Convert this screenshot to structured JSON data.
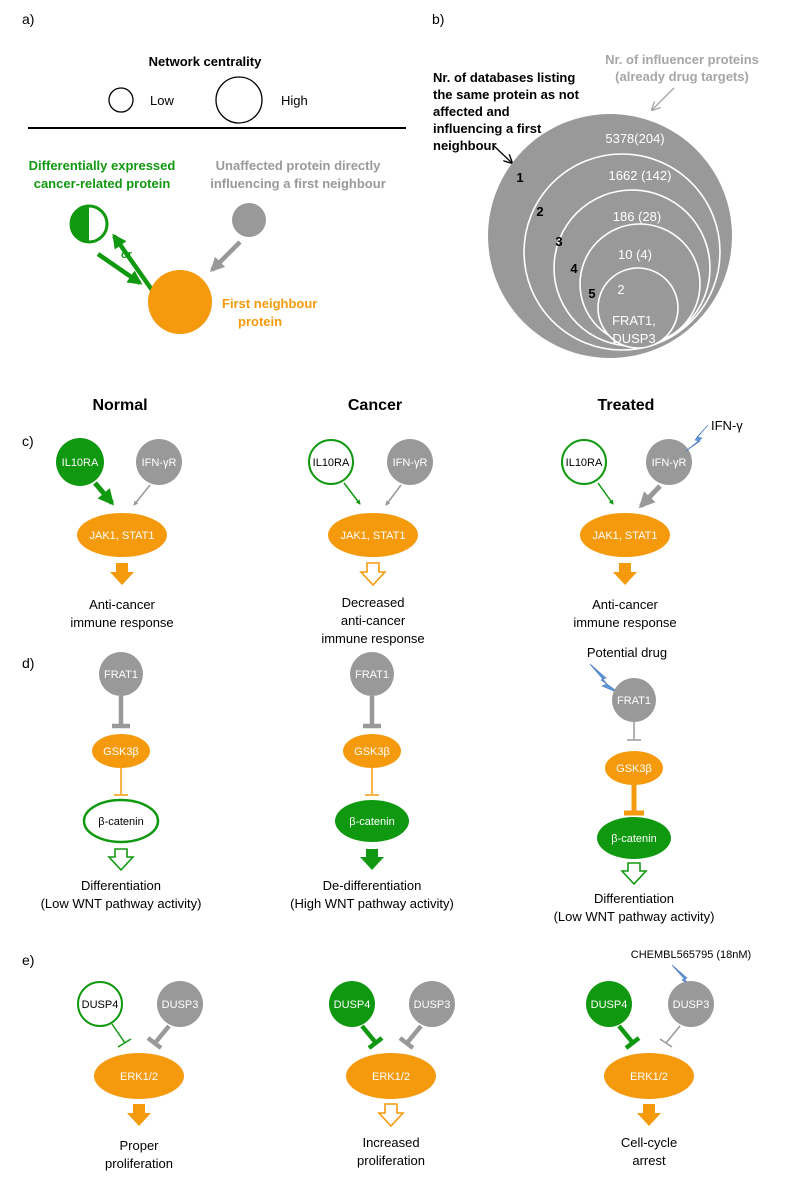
{
  "colors": {
    "green": "#109910",
    "gray": "#999999",
    "orange": "#f59a0c",
    "lightning": "#5b9bd5",
    "black": "#000000",
    "white": "#ffffff"
  },
  "panel_a": {
    "label": "a)",
    "centrality_title": "Network centrality",
    "low": "Low",
    "high": "High",
    "de_line1": "Differentially expressed",
    "de_line2": "cancer-related protein",
    "or": "or",
    "unaffected_line1": "Unaffected protein directly",
    "unaffected_line2": "influencing a first neighbour",
    "first_line1": "First neighbour",
    "first_line2": "protein"
  },
  "panel_b": {
    "label": "b)",
    "db_line1": "Nr. of databases listing",
    "db_line2": "the same protein as not",
    "db_line3": "affected and",
    "db_line4": "influencing a first",
    "db_line5": "neighbour",
    "inf_line1": "Nr. of influencer proteins",
    "inf_line2": "(already drug targets)",
    "counts": [
      "5378(204)",
      "1662 (142)",
      "186 (28)",
      "10 (4)",
      "2"
    ],
    "db_numbers": [
      "1",
      "2",
      "3",
      "4",
      "5"
    ],
    "final_line1": "FRAT1,",
    "final_line2": "DUSP3"
  },
  "column_headers": [
    "Normal",
    "Cancer",
    "Treated"
  ],
  "panel_c": {
    "label": "c)",
    "il10ra": "IL10RA",
    "ifngr": "IFN-γR",
    "jakstat": "JAK1, STAT1",
    "ifng": "IFN-γ",
    "normal_out1": "Anti-cancer",
    "normal_out2": "immune response",
    "cancer_out1": "Decreased",
    "cancer_out2": "anti-cancer",
    "cancer_out3": "immune response",
    "treated_out1": "Anti-cancer",
    "treated_out2": "immune response"
  },
  "panel_d": {
    "label": "d)",
    "frat1": "FRAT1",
    "gsk3b": "GSK3β",
    "bcatenin": "β-catenin",
    "drug": "Potential drug",
    "normal_out1": "Differentiation",
    "normal_out2": "(Low WNT pathway activity)",
    "cancer_out1": "De-differentiation",
    "cancer_out2": "(High WNT pathway activity)",
    "treated_out1": "Differentiation",
    "treated_out2": "(Low WNT pathway activity)"
  },
  "panel_e": {
    "label": "e)",
    "dusp4": "DUSP4",
    "dusp3": "DUSP3",
    "erk": "ERK1/2",
    "drug": "CHEMBL565795 (18nM)",
    "normal_out1": "Proper",
    "normal_out2": "proliferation",
    "cancer_out1": "Increased",
    "cancer_out2": "proliferation",
    "treated_out1": "Cell-cycle",
    "treated_out2": "arrest"
  }
}
